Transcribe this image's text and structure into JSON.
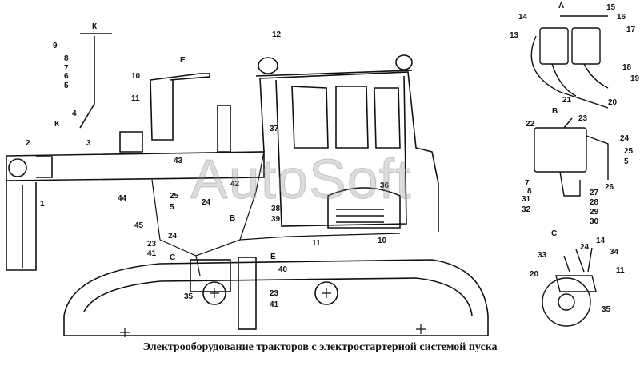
{
  "caption": "Электрооборудование тракторов с электростартерной системой пуска",
  "watermark": "AutoSoft",
  "views": {
    "A": "А",
    "B": "В",
    "C": "С",
    "E": "Е",
    "K": "К"
  },
  "main_callouts": [
    "1",
    "2",
    "3",
    "4",
    "5",
    "6",
    "7",
    "8",
    "9",
    "10",
    "11",
    "12",
    "23",
    "24",
    "24",
    "25",
    "36",
    "37",
    "38",
    "39",
    "40",
    "41",
    "41",
    "42",
    "43",
    "44",
    "45",
    "5",
    "10",
    "11",
    "23",
    "24"
  ],
  "inset_a_callouts": [
    "13",
    "14",
    "15",
    "16",
    "17",
    "18",
    "19",
    "20",
    "21"
  ],
  "inset_b_callouts": [
    "22",
    "23",
    "24",
    "25",
    "5",
    "26",
    "7",
    "8",
    "31",
    "32",
    "27",
    "28",
    "29",
    "30"
  ],
  "inset_c_callouts": [
    "24",
    "14",
    "33",
    "34",
    "20",
    "11",
    "35"
  ],
  "bottom_callouts": [
    "35",
    "23",
    "41"
  ]
}
